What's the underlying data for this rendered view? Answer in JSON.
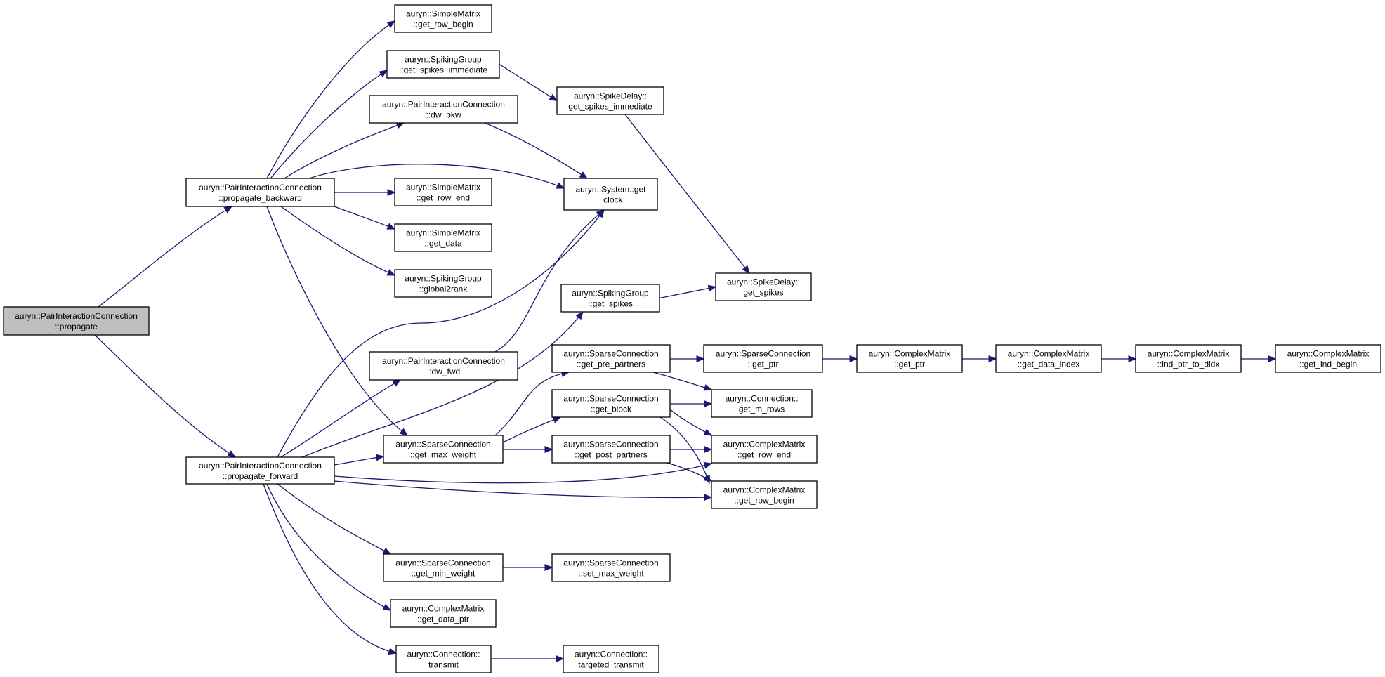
{
  "graph": {
    "nodes": [
      {
        "id": "propagate",
        "lines": [
          "auryn::PairInteractionConnection",
          "::propagate"
        ],
        "root": true
      },
      {
        "id": "propagate_backward",
        "lines": [
          "auryn::PairInteractionConnection",
          "::propagate_backward"
        ]
      },
      {
        "id": "propagate_forward",
        "lines": [
          "auryn::PairInteractionConnection",
          "::propagate_forward"
        ]
      },
      {
        "id": "sm_get_row_begin",
        "lines": [
          "auryn::SimpleMatrix",
          "::get_row_begin"
        ]
      },
      {
        "id": "sg_get_spikes_immediate",
        "lines": [
          "auryn::SpikingGroup",
          "::get_spikes_immediate"
        ]
      },
      {
        "id": "pic_dw_bkw",
        "lines": [
          "auryn::PairInteractionConnection",
          "::dw_bkw"
        ]
      },
      {
        "id": "sm_get_row_end",
        "lines": [
          "auryn::SimpleMatrix",
          "::get_row_end"
        ]
      },
      {
        "id": "sm_get_data",
        "lines": [
          "auryn::SimpleMatrix",
          "::get_data"
        ]
      },
      {
        "id": "sg_global2rank",
        "lines": [
          "auryn::SpikingGroup",
          "::global2rank"
        ]
      },
      {
        "id": "sd_get_spikes_immediate",
        "lines": [
          "auryn::SpikeDelay::",
          "get_spikes_immediate"
        ]
      },
      {
        "id": "sys_get_clock",
        "lines": [
          "auryn::System::get",
          "_clock"
        ]
      },
      {
        "id": "sg_get_spikes",
        "lines": [
          "auryn::SpikingGroup",
          "::get_spikes"
        ]
      },
      {
        "id": "sd_get_spikes",
        "lines": [
          "auryn::SpikeDelay::",
          "get_spikes"
        ]
      },
      {
        "id": "pic_dw_fwd",
        "lines": [
          "auryn::PairInteractionConnection",
          "::dw_fwd"
        ]
      },
      {
        "id": "sc_get_max_weight",
        "lines": [
          "auryn::SparseConnection",
          "::get_max_weight"
        ]
      },
      {
        "id": "sc_get_pre_partners",
        "lines": [
          "auryn::SparseConnection",
          "::get_pre_partners"
        ]
      },
      {
        "id": "sc_get_block",
        "lines": [
          "auryn::SparseConnection",
          "::get_block"
        ]
      },
      {
        "id": "sc_get_post_partners",
        "lines": [
          "auryn::SparseConnection",
          "::get_post_partners"
        ]
      },
      {
        "id": "sc_get_ptr",
        "lines": [
          "auryn::SparseConnection",
          "::get_ptr"
        ]
      },
      {
        "id": "conn_get_m_rows",
        "lines": [
          "auryn::Connection::",
          "get_m_rows"
        ]
      },
      {
        "id": "cm_get_row_end",
        "lines": [
          "auryn::ComplexMatrix",
          "::get_row_end"
        ]
      },
      {
        "id": "cm_get_row_begin",
        "lines": [
          "auryn::ComplexMatrix",
          "::get_row_begin"
        ]
      },
      {
        "id": "cm_get_ptr",
        "lines": [
          "auryn::ComplexMatrix",
          "::get_ptr"
        ]
      },
      {
        "id": "cm_get_data_index",
        "lines": [
          "auryn::ComplexMatrix",
          "::get_data_index"
        ]
      },
      {
        "id": "cm_ind_ptr_to_didx",
        "lines": [
          "auryn::ComplexMatrix",
          "::ind_ptr_to_didx"
        ]
      },
      {
        "id": "cm_get_ind_begin",
        "lines": [
          "auryn::ComplexMatrix",
          "::get_ind_begin"
        ]
      },
      {
        "id": "sc_get_min_weight",
        "lines": [
          "auryn::SparseConnection",
          "::get_min_weight"
        ]
      },
      {
        "id": "sc_set_max_weight",
        "lines": [
          "auryn::SparseConnection",
          "::set_max_weight"
        ]
      },
      {
        "id": "cm_get_data_ptr",
        "lines": [
          "auryn::ComplexMatrix",
          "::get_data_ptr"
        ]
      },
      {
        "id": "conn_transmit",
        "lines": [
          "auryn::Connection::",
          "transmit"
        ]
      },
      {
        "id": "conn_targeted_transmit",
        "lines": [
          "auryn::Connection::",
          "targeted_transmit"
        ]
      }
    ],
    "edges": [
      {
        "from": "propagate",
        "to": "propagate_backward"
      },
      {
        "from": "propagate",
        "to": "propagate_forward"
      },
      {
        "from": "propagate_backward",
        "to": "sm_get_row_begin"
      },
      {
        "from": "propagate_backward",
        "to": "sg_get_spikes_immediate"
      },
      {
        "from": "propagate_backward",
        "to": "pic_dw_bkw"
      },
      {
        "from": "propagate_backward",
        "to": "sys_get_clock"
      },
      {
        "from": "propagate_backward",
        "to": "sm_get_row_end"
      },
      {
        "from": "propagate_backward",
        "to": "sm_get_data"
      },
      {
        "from": "propagate_backward",
        "to": "sg_global2rank"
      },
      {
        "from": "propagate_backward",
        "to": "sc_get_max_weight"
      },
      {
        "from": "sg_get_spikes_immediate",
        "to": "sd_get_spikes_immediate"
      },
      {
        "from": "pic_dw_bkw",
        "to": "sys_get_clock"
      },
      {
        "from": "sd_get_spikes_immediate",
        "to": "sd_get_spikes"
      },
      {
        "from": "sg_get_spikes",
        "to": "sd_get_spikes"
      },
      {
        "from": "pic_dw_fwd",
        "to": "sys_get_clock"
      },
      {
        "from": "propagate_forward",
        "to": "sys_get_clock"
      },
      {
        "from": "propagate_forward",
        "to": "sg_get_spikes"
      },
      {
        "from": "propagate_forward",
        "to": "pic_dw_fwd"
      },
      {
        "from": "propagate_forward",
        "to": "sc_get_max_weight"
      },
      {
        "from": "propagate_forward",
        "to": "cm_get_row_end"
      },
      {
        "from": "propagate_forward",
        "to": "cm_get_row_begin"
      },
      {
        "from": "propagate_forward",
        "to": "sc_get_min_weight"
      },
      {
        "from": "propagate_forward",
        "to": "cm_get_data_ptr"
      },
      {
        "from": "propagate_forward",
        "to": "conn_transmit"
      },
      {
        "from": "sc_get_max_weight",
        "to": "sc_get_pre_partners"
      },
      {
        "from": "sc_get_max_weight",
        "to": "sc_get_block"
      },
      {
        "from": "sc_get_max_weight",
        "to": "sc_get_post_partners"
      },
      {
        "from": "sc_get_pre_partners",
        "to": "sc_get_ptr"
      },
      {
        "from": "sc_get_pre_partners",
        "to": "conn_get_m_rows"
      },
      {
        "from": "sc_get_block",
        "to": "conn_get_m_rows"
      },
      {
        "from": "sc_get_block",
        "to": "cm_get_row_end"
      },
      {
        "from": "sc_get_block",
        "to": "cm_get_row_begin"
      },
      {
        "from": "sc_get_post_partners",
        "to": "cm_get_row_end"
      },
      {
        "from": "sc_get_post_partners",
        "to": "cm_get_row_begin"
      },
      {
        "from": "sc_get_ptr",
        "to": "cm_get_ptr"
      },
      {
        "from": "cm_get_ptr",
        "to": "cm_get_data_index"
      },
      {
        "from": "cm_get_data_index",
        "to": "cm_ind_ptr_to_didx"
      },
      {
        "from": "cm_ind_ptr_to_didx",
        "to": "cm_get_ind_begin"
      },
      {
        "from": "sc_get_min_weight",
        "to": "sc_set_max_weight"
      },
      {
        "from": "conn_transmit",
        "to": "conn_targeted_transmit"
      }
    ]
  }
}
